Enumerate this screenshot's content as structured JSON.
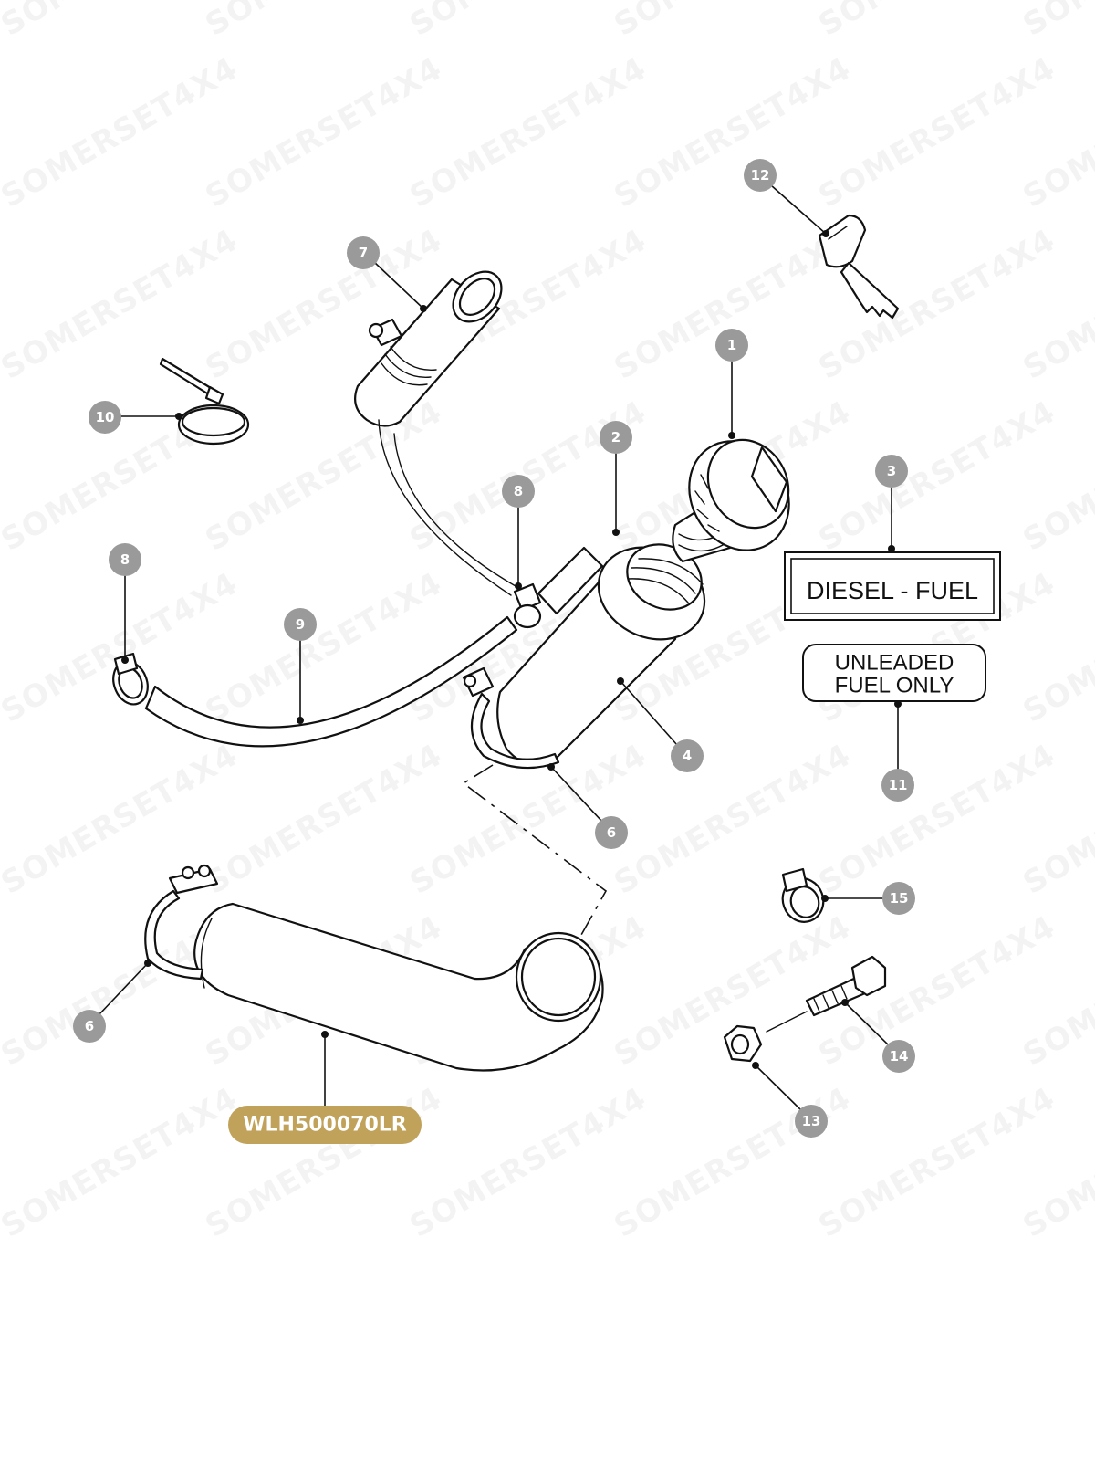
{
  "watermark": "SOMERSET4X4",
  "callouts": {
    "c1": "1",
    "c2": "2",
    "c3": "3",
    "c4": "4",
    "c6a": "6",
    "c6b": "6",
    "c7": "7",
    "c8a": "8",
    "c8b": "8",
    "c9": "9",
    "c10": "10",
    "c11": "11",
    "c12": "12",
    "c13": "13",
    "c14": "14",
    "c15": "15"
  },
  "labels": {
    "diesel_fuel": "DIESEL - FUEL",
    "unleaded_line1": "UNLEADED",
    "unleaded_line2": "FUEL ONLY"
  },
  "part_number": "WLH500070LR",
  "colors": {
    "callout_fill": "#9a9a9a",
    "part_number_fill": "#c1a25a",
    "line": "#111111"
  }
}
